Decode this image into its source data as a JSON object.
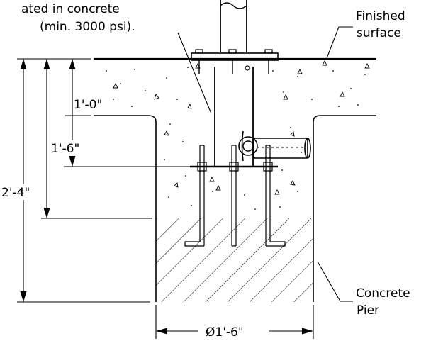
{
  "labels": {
    "note_line1": "ated in concrete",
    "note_line2": "(min. 3000 psi).",
    "finished_line1": "Finished",
    "finished_line2": "surface",
    "dim_1ft0": "1'-0\"",
    "dim_1ft6": "1'-6\"",
    "dim_2ft4": "2'-4\"",
    "dim_dia": "Ø1'-6\"",
    "pier_line1": "Concrete",
    "pier_line2": "Pier"
  }
}
